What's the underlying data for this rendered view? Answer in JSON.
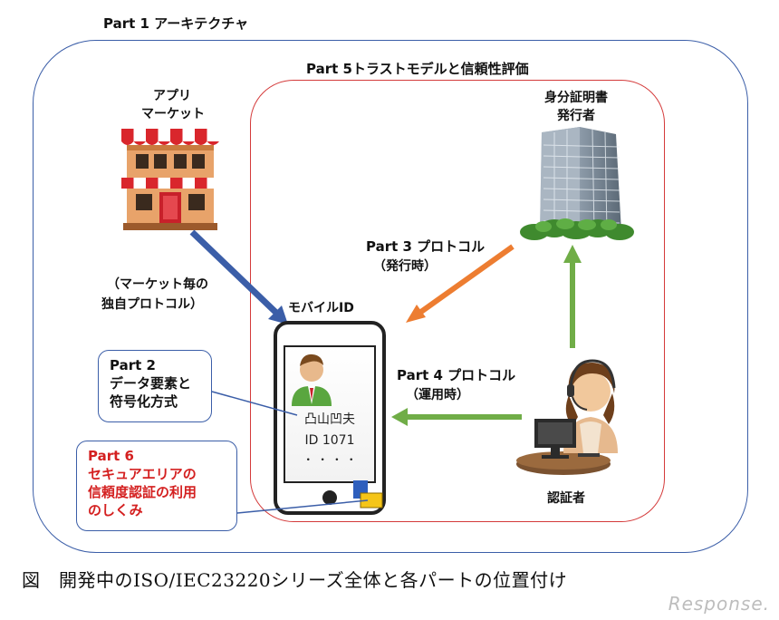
{
  "part1_title": "Part 1 アーキテクチャ",
  "part5_title": "Part 5トラストモデルと信頼性評価",
  "app_market": {
    "line1": "アプリ",
    "line2": "マーケット"
  },
  "issuer": {
    "line1": "身分証明書",
    "line2": "発行者"
  },
  "part3": {
    "line1": "Part 3 プロトコル",
    "line2": "（発行時）"
  },
  "market_protocol": {
    "line1": "（マーケット毎の",
    "line2": "独自プロトコル）"
  },
  "mobile_id_label": "モバイルID",
  "phone": {
    "name": "凸山凹夫",
    "id_text": "ID 1071",
    "dots": "・ ・ ・ ・"
  },
  "part2": {
    "line1": "Part 2",
    "line2": "データ要素と",
    "line3": "符号化方式"
  },
  "part4": {
    "line1": "Part 4 プロトコル",
    "line2": "（運用時）"
  },
  "part6": {
    "line1": "Part 6",
    "line2": "セキュアエリアの",
    "line3": "信頼度認証の利用",
    "line4": "のしくみ"
  },
  "verifier_label": "認証者",
  "caption": "図　開発中のISO/IEC23220シリーズ全体と各パートの位置付け",
  "watermark": "Response.",
  "colors": {
    "outer_border": "#3b5ea8",
    "inner_border": "#d43a3a",
    "blue_arrow": "#3b5ea8",
    "orange_arrow": "#ed7d31",
    "green_arrow": "#70ad47",
    "part6_text": "#d42020"
  }
}
